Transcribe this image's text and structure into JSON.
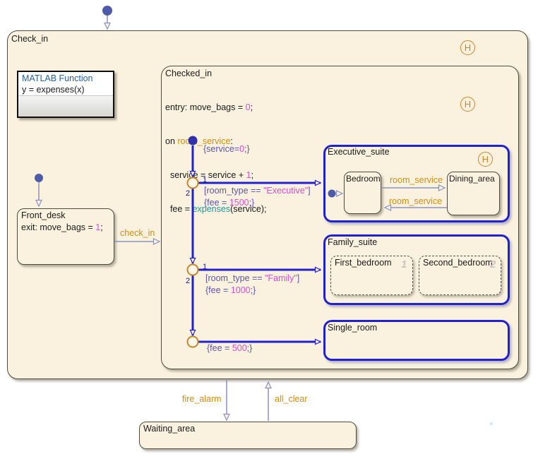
{
  "history_label": "H",
  "colors": {
    "state_fill": "#FAF2DF",
    "state_border": "#4C4B3F",
    "suite_blue": "#2121CE",
    "thin_transition": "#8A91C6",
    "default_dot": "#4D5BA8",
    "junction_orange": "#C9852A",
    "event_orange": "#D38C0F",
    "literal_magenta": "#D44FCE",
    "condition_purple": "#5B55A8",
    "function_teal": "#16999E",
    "matlab_blue": "#26619C"
  },
  "root": {
    "title": "Check_in"
  },
  "function_block": {
    "title": "MATLAB Function",
    "signature": "y = expenses(x)"
  },
  "checked_in": {
    "title": "Checked_in",
    "lines": [
      [
        {
          "t": "entry: move_bags = ",
          "c": "k"
        },
        {
          "t": "0",
          "c": "m"
        },
        {
          "t": ";",
          "c": "k"
        }
      ],
      [
        {
          "t": "on ",
          "c": "k"
        },
        {
          "t": "room_service",
          "c": "o"
        },
        {
          "t": ":",
          "c": "k"
        }
      ],
      [
        {
          "t": "  service = service + ",
          "c": "k"
        },
        {
          "t": "1",
          "c": "m"
        },
        {
          "t": ";",
          "c": "k"
        }
      ],
      [
        {
          "t": "  fee = ",
          "c": "k"
        },
        {
          "t": "expenses",
          "c": "t"
        },
        {
          "t": "(service);",
          "c": "k"
        }
      ]
    ]
  },
  "front_desk": {
    "title": "Front_desk",
    "lines": [
      [
        {
          "t": "exit: move_bags = ",
          "c": "k"
        },
        {
          "t": "1",
          "c": "m"
        },
        {
          "t": ";",
          "c": "k"
        }
      ]
    ]
  },
  "waiting_area": {
    "title": "Waiting_area"
  },
  "executive_suite": {
    "title": "Executive_suite"
  },
  "bedroom": {
    "title": "Bedroom"
  },
  "dining_area": {
    "title": "Dining_area"
  },
  "family_suite": {
    "title": "Family_suite"
  },
  "first_bedroom": {
    "title": "First_bedroom",
    "order": "1"
  },
  "second_bedroom": {
    "title": "Second_bedroom",
    "order": "2"
  },
  "single_room": {
    "title": "Single_room"
  },
  "transitions": {
    "check_in_label": "check_in",
    "fire_alarm_label": "fire_alarm",
    "all_clear_label": "all_clear",
    "room_service_top_label": "room_service",
    "room_service_bottom_label": "room_service",
    "init_action": [
      {
        "t": "{service=",
        "c": "p"
      },
      {
        "t": "0",
        "c": "m"
      },
      {
        "t": ";}",
        "c": "p"
      }
    ],
    "exec_cond": [
      {
        "t": "[room_type == ",
        "c": "p"
      },
      {
        "t": "\"Executive\"",
        "c": "m"
      },
      {
        "t": "]",
        "c": "p"
      }
    ],
    "exec_action": [
      {
        "t": "{fee = ",
        "c": "p"
      },
      {
        "t": "1500",
        "c": "m"
      },
      {
        "t": ";}",
        "c": "p"
      }
    ],
    "family_cond": [
      {
        "t": "[room_type == ",
        "c": "p"
      },
      {
        "t": "\"Family\"",
        "c": "m"
      },
      {
        "t": "]",
        "c": "p"
      }
    ],
    "family_action": [
      {
        "t": "{fee = ",
        "c": "p"
      },
      {
        "t": "1000",
        "c": "m"
      },
      {
        "t": ";}",
        "c": "p"
      }
    ],
    "single_action": [
      {
        "t": "{fee = ",
        "c": "p"
      },
      {
        "t": "500",
        "c": "m"
      },
      {
        "t": ";}",
        "c": "p"
      }
    ],
    "j1_first": "1",
    "j1_second": "2",
    "j2_first": "1",
    "j2_second": "2"
  }
}
